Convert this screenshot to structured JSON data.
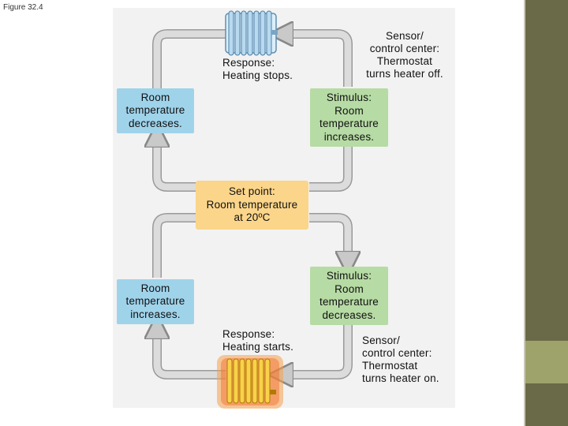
{
  "caption": "Figure 32.4",
  "top_loop": {
    "response": [
      "Response:",
      "Heating stops."
    ],
    "sensor": [
      "Sensor/",
      "control center:",
      "Thermostat",
      "turns heater off."
    ],
    "state": [
      "Room",
      "temperature",
      "decreases."
    ],
    "stimulus": [
      "Stimulus:",
      "Room",
      "temperature",
      "increases."
    ]
  },
  "set_point": [
    "Set point:",
    "Room temperature",
    "at 20ºC"
  ],
  "bottom_loop": {
    "state": [
      "Room",
      "temperature",
      "increases."
    ],
    "stimulus": [
      "Stimulus:",
      "Room",
      "temperature",
      "decreases."
    ],
    "response": [
      "Response:",
      "Heating starts."
    ],
    "sensor": [
      "Sensor/",
      "control center:",
      "Thermostat",
      "turns heater on."
    ]
  },
  "colors": {
    "state_box": "#9fd3ea",
    "stimulus_box": "#b6dba4",
    "set_point_box": "#fbd58a",
    "arrow": "#d3d3d3",
    "heater_off": "#a9d0ea",
    "heater_on": "#f7c400"
  },
  "icons": [
    "radiator-off-icon",
    "radiator-on-icon"
  ]
}
